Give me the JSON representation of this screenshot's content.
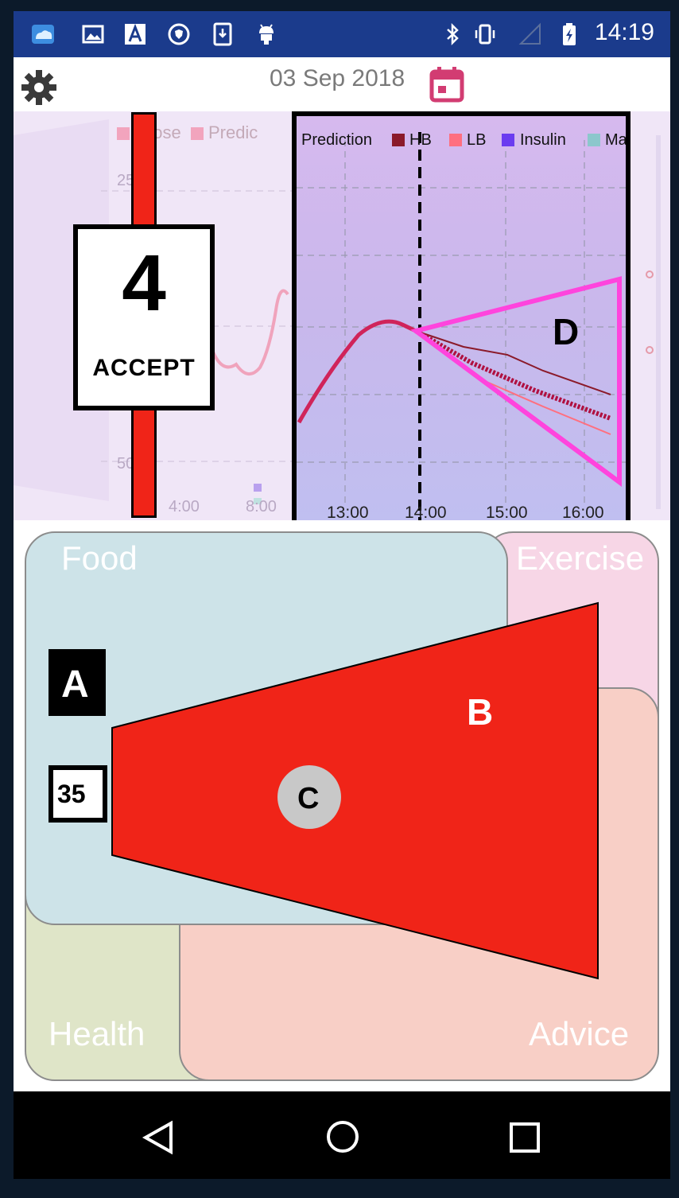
{
  "status_bar": {
    "time": "14:19",
    "left_icons": [
      "cloud-app-icon",
      "image-icon",
      "font-a-icon",
      "shield-icon",
      "download-icon",
      "android-icon"
    ],
    "right_icons": [
      "bluetooth-icon",
      "vibrate-icon",
      "signal-icon",
      "battery-charging-icon"
    ]
  },
  "app_bar": {
    "settings_icon": "gear-icon",
    "date": "03 Sep 2018",
    "calendar_icon": "calendar-icon",
    "calendar_color": "#d23c72"
  },
  "background_chart": {
    "legend": [
      "ucose",
      "Predic"
    ],
    "y_ticks": [
      "25",
      "50"
    ],
    "x_ticks": [
      "4:00",
      "8:00"
    ]
  },
  "overlay": {
    "accept_number": "4",
    "accept_label": "ACCEPT",
    "label_a": "A",
    "label_b": "B",
    "label_c": "C",
    "label_d": "D",
    "count_box": "35",
    "red_color": "#f02418",
    "magenta_color": "#ff44dd"
  },
  "prediction_chart": {
    "legend": [
      {
        "name": "Prediction",
        "color": ""
      },
      {
        "name": "HB",
        "color": "#8b1a2a"
      },
      {
        "name": "LB",
        "color": "#ff6f7f"
      },
      {
        "name": "Insulin",
        "color": "#6b3cf0"
      },
      {
        "name": "Ma",
        "color": "#8cc7cc"
      }
    ],
    "x_ticks": [
      "13:00",
      "14:00",
      "15:00",
      "16:00"
    ]
  },
  "chart_data": {
    "type": "line",
    "x_labels": [
      "13:00",
      "14:00",
      "15:00",
      "16:00"
    ],
    "series": [
      {
        "name": "Prediction",
        "color": "#d0245a"
      },
      {
        "name": "HB",
        "color": "#8b1a2a"
      },
      {
        "name": "LB",
        "color": "#ff6f7f"
      }
    ],
    "grid": true,
    "legend_position": "top"
  },
  "tiles": {
    "food": {
      "label": "Food",
      "color": "#cde3e8"
    },
    "exercise": {
      "label": "Exercise",
      "color": "#f7d6e6"
    },
    "health": {
      "label": "Health",
      "color": "#dfe5c8"
    },
    "advice": {
      "label": "Advice",
      "color": "#f8cfc6"
    }
  },
  "nav_bar": {
    "back_icon": "back-triangle-icon",
    "home_icon": "home-circle-icon",
    "recents_icon": "recents-square-icon"
  }
}
